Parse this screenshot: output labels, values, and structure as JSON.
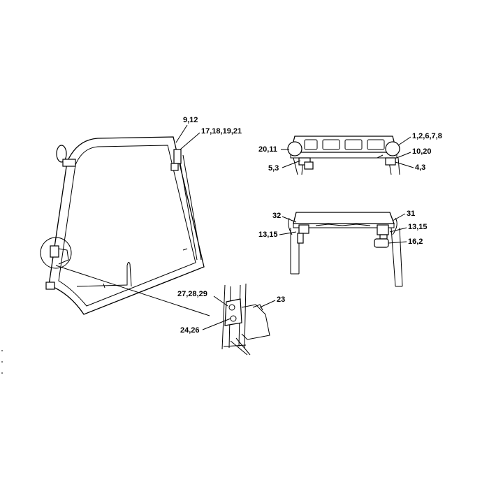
{
  "labels": {
    "door": [
      "9,12",
      "17,18,19,21"
    ],
    "top_assembly": [
      "1,2,6,7,8",
      "20,11",
      "10,20",
      "5,3",
      "4,3"
    ],
    "bottom_assembly": [
      "32",
      "31",
      "13,15",
      "13,15",
      "16,2"
    ],
    "hinge_detail": [
      "27,28,29",
      "23",
      "24,26"
    ]
  }
}
